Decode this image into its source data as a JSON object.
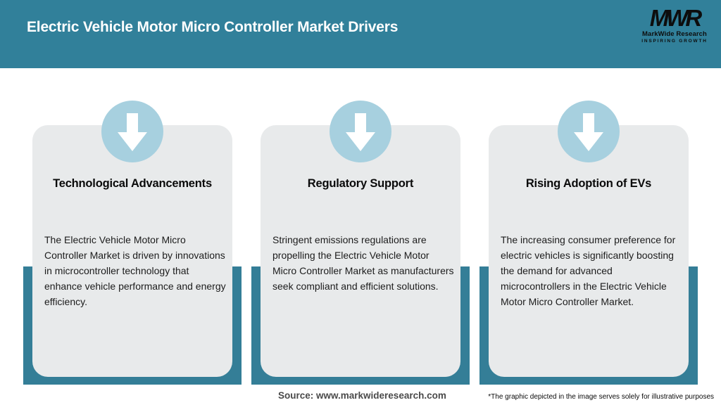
{
  "header": {
    "title": "Electric Vehicle Motor Micro Controller Market Drivers",
    "logo": {
      "acronym": "MWR",
      "name": "MarkWide Research",
      "tagline": "INSPIRING GROWTH"
    }
  },
  "cards": [
    {
      "icon": "down-arrow-icon",
      "title": "Technological Advancements",
      "description": "The Electric Vehicle Motor Micro Controller Market is driven by innovations in microcontroller technology that enhance vehicle performance and energy efficiency."
    },
    {
      "icon": "down-arrow-icon",
      "title": "Regulatory Support",
      "description": "Stringent emissions regulations are propelling the Electric Vehicle Motor Micro Controller Market as manufacturers seek compliant and efficient solutions."
    },
    {
      "icon": "down-arrow-icon",
      "title": "Rising Adoption of EVs",
      "description": "The increasing consumer preference for electric vehicles is significantly boosting the demand for advanced microcontrollers in the Electric Vehicle Motor Micro Controller Market."
    }
  ],
  "footer": {
    "source": "Source: www.markwideresearch.com",
    "disclaimer": "*The graphic depicted in the image serves solely for illustrative purposes"
  },
  "colors": {
    "header_teal": "#31809A",
    "backdrop_teal": "#347E97",
    "card_bg": "#E8EAEB",
    "circle_blue": "#A7D0DF",
    "arrow": "#FFFFFF",
    "title_text": "#FFFFFF",
    "body_text": "#1C1C1C",
    "source_text": "#4A4A4A"
  }
}
